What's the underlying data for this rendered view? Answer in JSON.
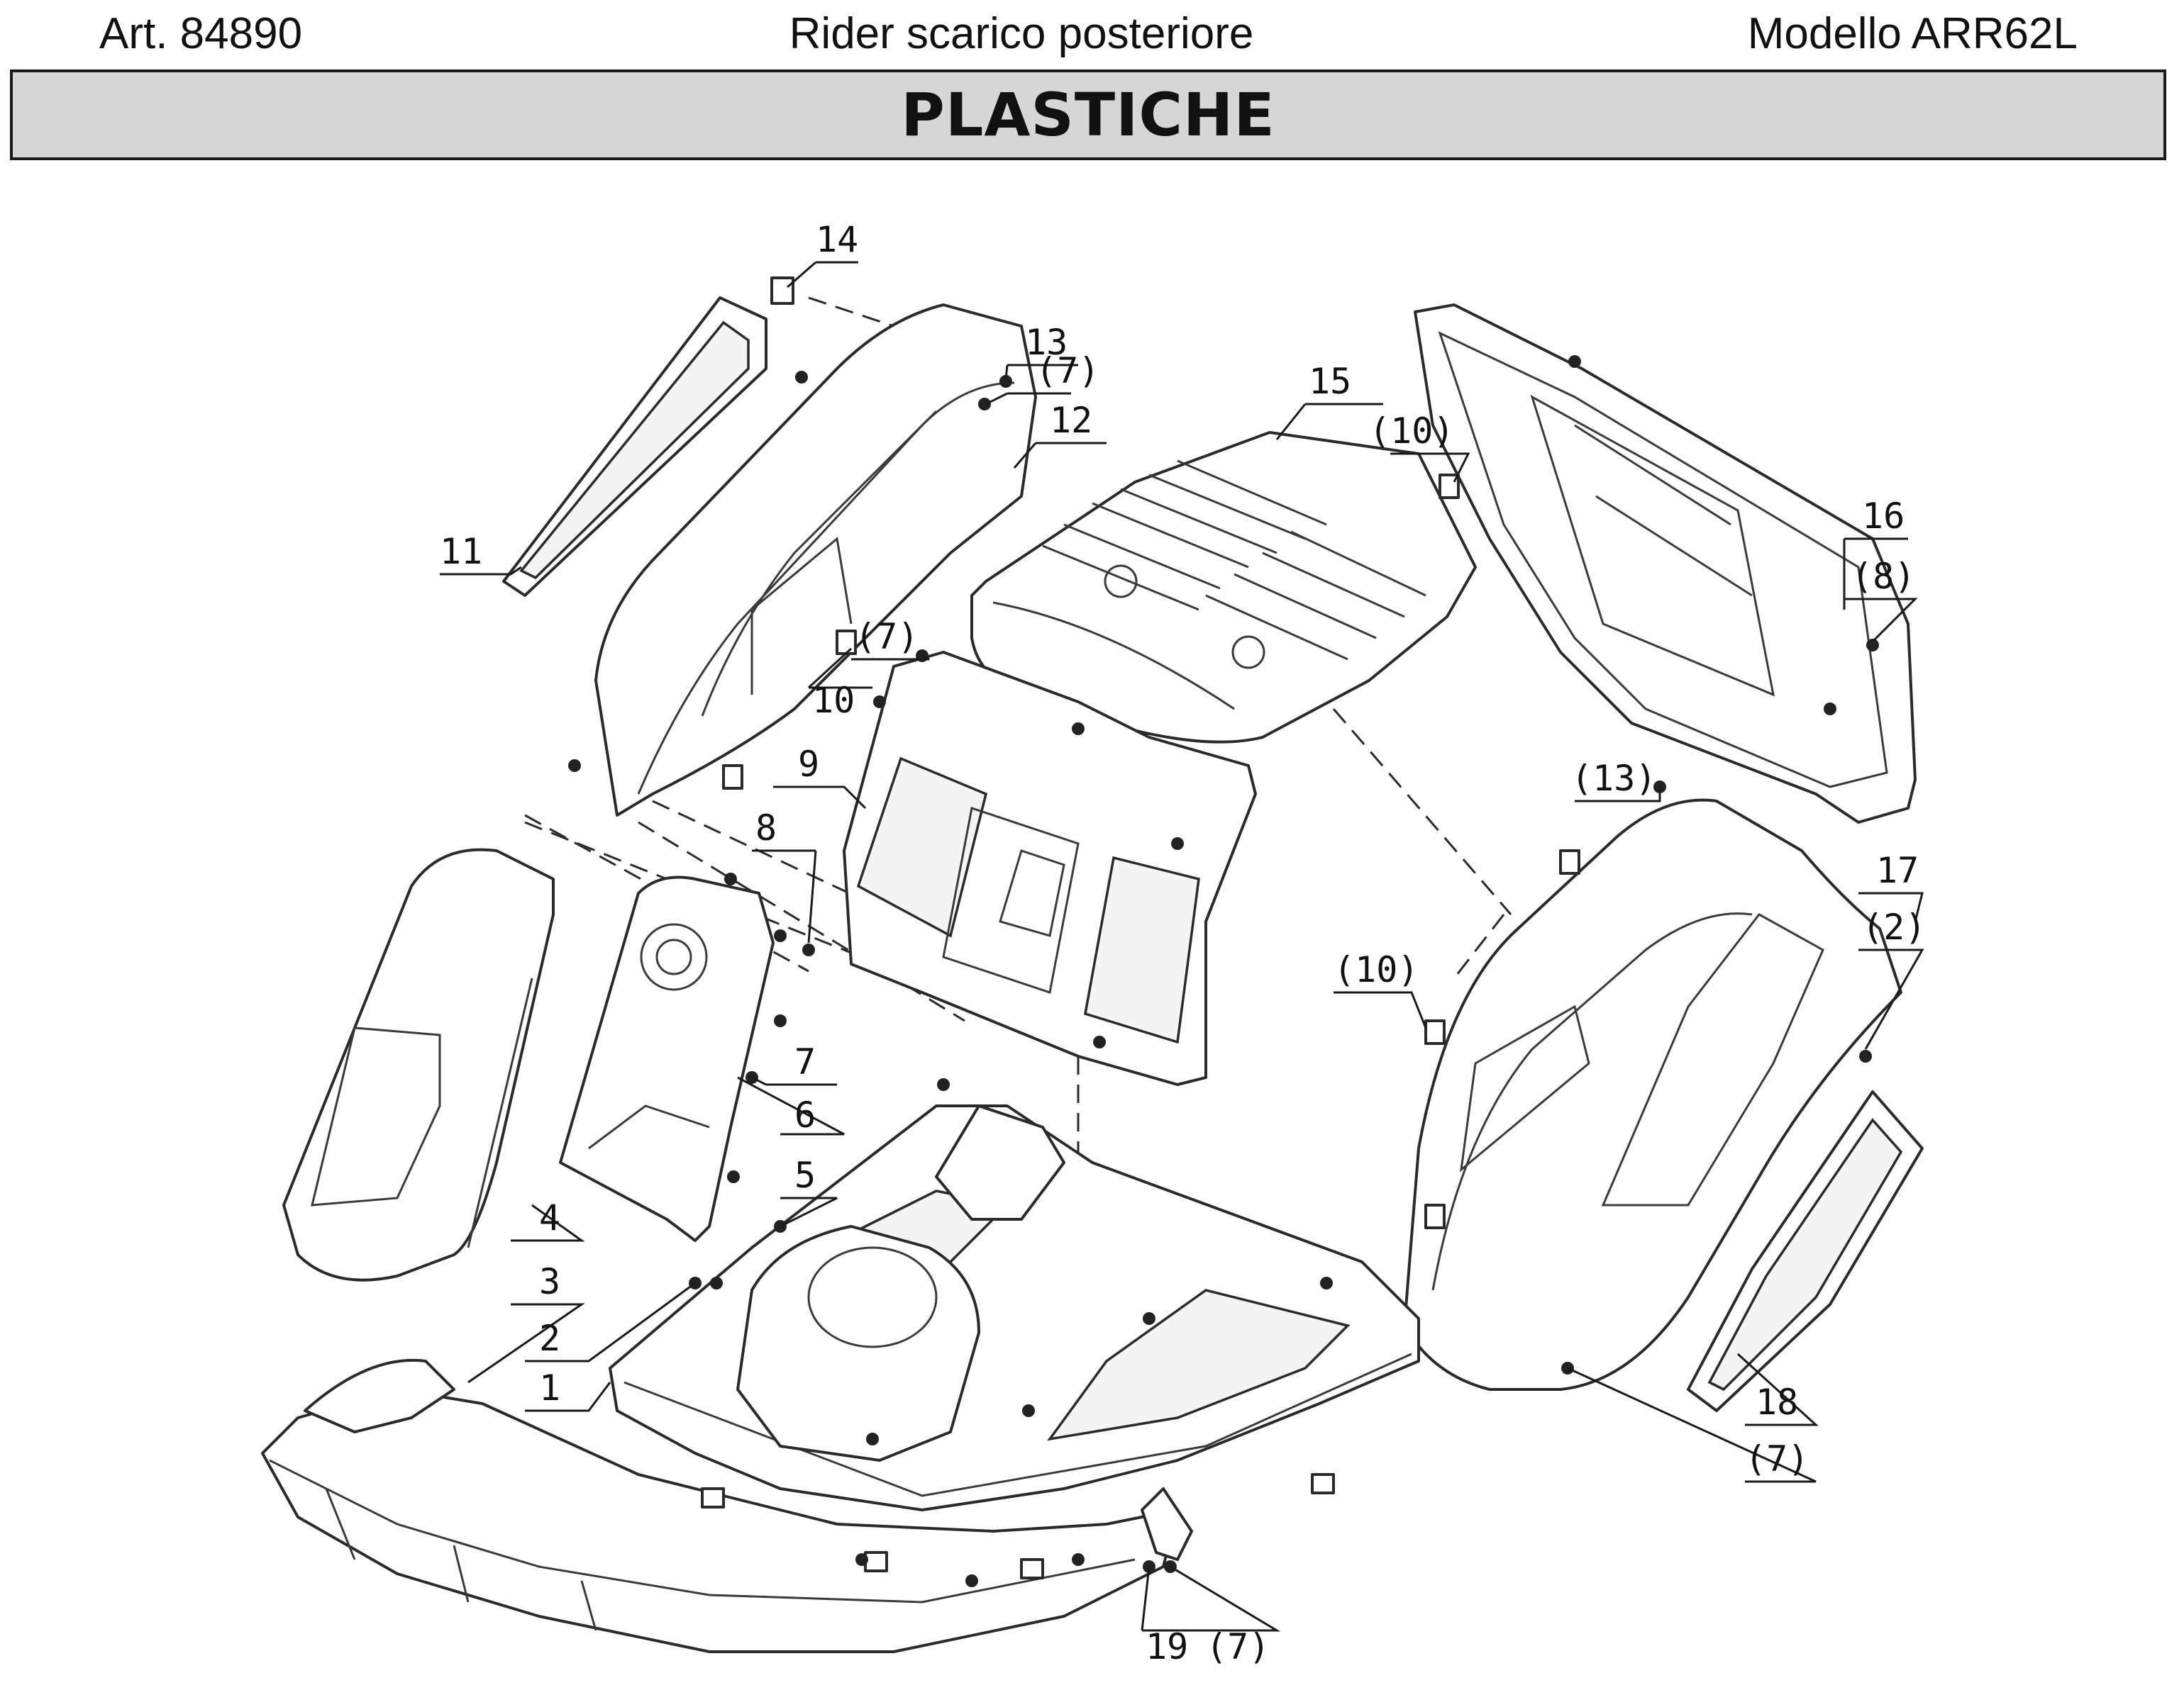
{
  "header": {
    "article": "Art. 84890",
    "title": "Rider scarico posteriore",
    "model": "Modello ARR62L",
    "section": "PLASTICHE"
  },
  "callouts": [
    "14",
    "13",
    "(7)",
    "12",
    "11",
    "15",
    "(10)",
    "16",
    "(8)",
    "(7)",
    "10",
    "9",
    "8",
    "(13)",
    "17",
    "(2)",
    "(10)",
    "7",
    "6",
    "5",
    "4",
    "3",
    "2",
    "1",
    "18",
    "(7)",
    "19",
    "(7)"
  ]
}
